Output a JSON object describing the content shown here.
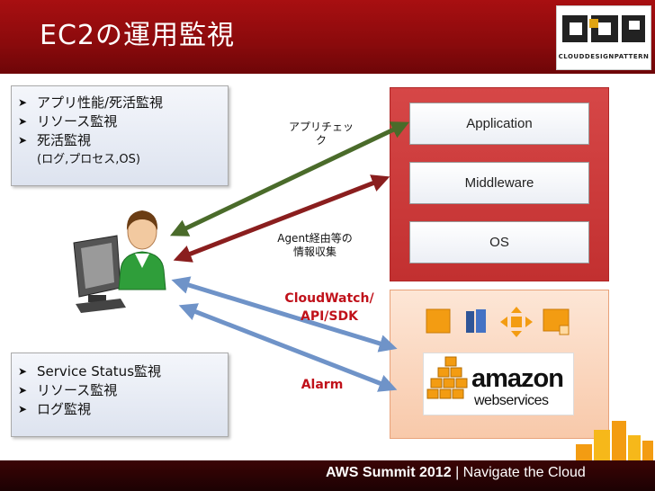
{
  "slide": {
    "title": "EC2の運用監視"
  },
  "logo": {
    "letters": "CDP",
    "text": "CLOUDDESIGNPATTERN"
  },
  "top_left_box": {
    "items": [
      {
        "text": "アプリ性能/死活監視"
      },
      {
        "text": "リソース監視"
      },
      {
        "text": "死活監視"
      }
    ],
    "sub_text": "(ログ,プロセス,OS)"
  },
  "bottom_left_box": {
    "items": [
      {
        "text": "Service Status監視"
      },
      {
        "text": "リソース監視"
      },
      {
        "text": "ログ監視"
      }
    ]
  },
  "labels": {
    "app_check_line1": "アプリチェッ",
    "app_check_line2": "ク",
    "agent_line1": "Agent経由等の",
    "agent_line2": "情報収集",
    "cloudwatch_line1": "CloudWatch/",
    "cloudwatch_line2": "API/SDK",
    "alarm": "Alarm"
  },
  "stack": {
    "layers": [
      "Application",
      "Middleware",
      "OS"
    ]
  },
  "aws": {
    "word": "amazon",
    "sub": "webservices"
  },
  "footer": {
    "event": "AWS Summit 2012",
    "separator": "|",
    "tagline": "Navigate the Cloud"
  },
  "colors": {
    "header_red": "#a80f11",
    "arrow_green": "#4a6b2a",
    "arrow_red": "#8a1e1e",
    "arrow_blue": "#6f93c8",
    "label_red": "#c0111a",
    "aws_orange": "#f39c12"
  },
  "icons": {
    "bullet": "arrow-bullet-icon",
    "user": "user-at-computer-icon",
    "aws_services": [
      "ec2-instance-icon",
      "s3-storage-icon",
      "sqs-queue-icon",
      "ebs-volume-icon"
    ]
  }
}
